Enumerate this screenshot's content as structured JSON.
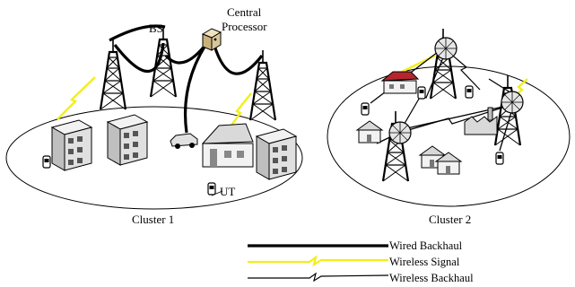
{
  "labels": {
    "bs": "BS",
    "central_processor_line1": "Central",
    "central_processor_line2": "Processor",
    "ut": "UT",
    "cluster1": "Cluster 1",
    "cluster2": "Cluster 2"
  },
  "legend": {
    "wired_backhaul": "Wired Backhaul",
    "wireless_signal": "Wireless Signal",
    "wireless_backhaul": "Wireless Backhaul"
  },
  "colors": {
    "wireless_signal": "#f2ef1a",
    "line": "#000000",
    "building_gray": "#d9d9d9",
    "roof_red": "#b3262e",
    "processor_tan": "#d8c79a"
  },
  "icons": [
    "tower-icon",
    "dish-icon",
    "building-icon",
    "house-icon",
    "car-icon",
    "phone-icon",
    "processor-icon",
    "factory-icon"
  ]
}
